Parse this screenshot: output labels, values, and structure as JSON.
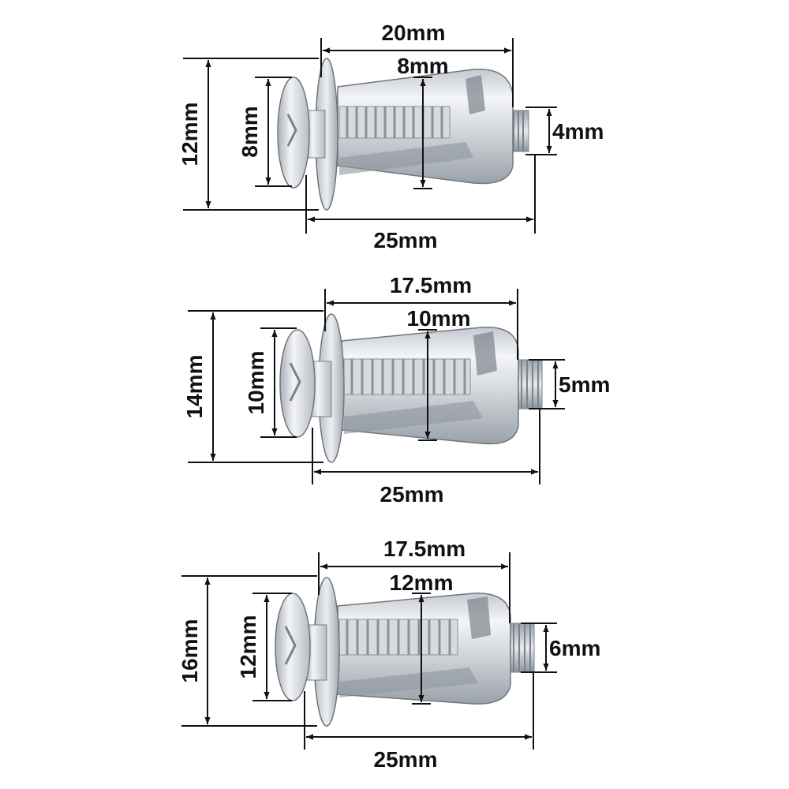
{
  "colors": {
    "metal_light": "#eef0f2",
    "metal_mid": "#c9ced4",
    "metal_dark": "#8f969e",
    "outline": "#6f767e",
    "dimension": "#111111"
  },
  "anchors": [
    {
      "top_length": "20mm",
      "head_diameter": "8mm",
      "body_diameter": "8mm",
      "flange_diameter": "12mm",
      "thread_diameter": "4mm",
      "total_length": "25mm"
    },
    {
      "top_length": "17.5mm",
      "head_diameter": "10mm",
      "body_diameter": "10mm",
      "flange_diameter": "14mm",
      "thread_diameter": "5mm",
      "total_length": "25mm"
    },
    {
      "top_length": "17.5mm",
      "head_diameter": "12mm",
      "body_diameter": "12mm",
      "flange_diameter": "16mm",
      "thread_diameter": "6mm",
      "total_length": "25mm"
    }
  ]
}
